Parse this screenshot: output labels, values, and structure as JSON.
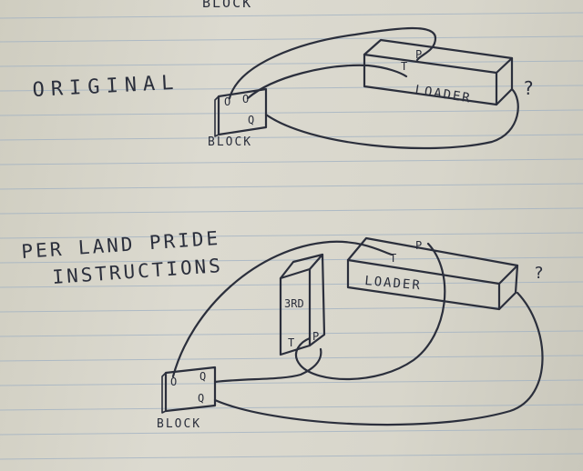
{
  "top_fragment": "BLOCK",
  "section1": {
    "heading": "ORIGINAL",
    "loader_label": "LOADER",
    "loader_terminal_t": "T",
    "loader_terminal_p": "P",
    "loader_question": "?",
    "block_label": "BLOCK",
    "block_terminal_o1": "O",
    "block_terminal_o2": "O",
    "block_terminal_q": "Q"
  },
  "section2": {
    "heading_line1": "PER LAND PRIDE",
    "heading_line2": "INSTRUCTIONS",
    "loader_label": "LOADER",
    "loader_terminal_t": "T",
    "loader_terminal_p": "P",
    "loader_question": "?",
    "third_label": "3RD",
    "third_terminal_t": "T",
    "third_terminal_p": "P",
    "block_label": "BLOCK",
    "block_terminal_o": "O",
    "block_terminal_q1": "Q",
    "block_terminal_q2": "Q"
  },
  "colors": {
    "paper": "#d8d6cb",
    "rule_line": "#9fb0c2",
    "margin_line": "#c9a6a6",
    "ink": "#2b2f3c"
  }
}
